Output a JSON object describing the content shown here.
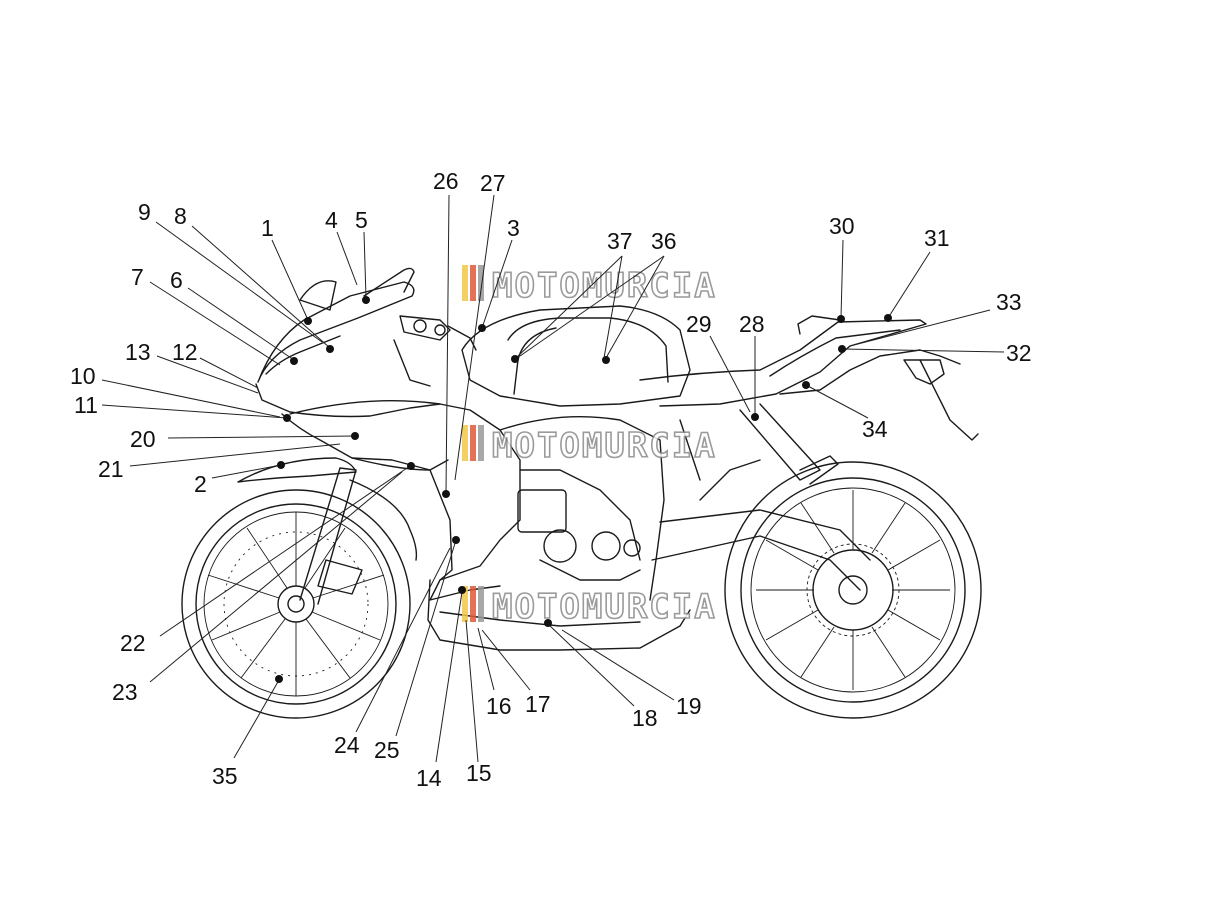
{
  "watermark": {
    "text": "MOTOMURCIA",
    "stripe_colors": [
      "#f2c74a",
      "#e05a3a",
      "#9a9a9a"
    ]
  },
  "callouts": [
    {
      "id": "c1",
      "label": "1"
    },
    {
      "id": "c2",
      "label": "2"
    },
    {
      "id": "c3",
      "label": "3"
    },
    {
      "id": "c4",
      "label": "4"
    },
    {
      "id": "c5",
      "label": "5"
    },
    {
      "id": "c6",
      "label": "6"
    },
    {
      "id": "c7",
      "label": "7"
    },
    {
      "id": "c8",
      "label": "8"
    },
    {
      "id": "c9",
      "label": "9"
    },
    {
      "id": "c10",
      "label": "10"
    },
    {
      "id": "c11",
      "label": "11"
    },
    {
      "id": "c12",
      "label": "12"
    },
    {
      "id": "c13",
      "label": "13"
    },
    {
      "id": "c14",
      "label": "14"
    },
    {
      "id": "c15",
      "label": "15"
    },
    {
      "id": "c16",
      "label": "16"
    },
    {
      "id": "c17",
      "label": "17"
    },
    {
      "id": "c18",
      "label": "18"
    },
    {
      "id": "c19",
      "label": "19"
    },
    {
      "id": "c20",
      "label": "20"
    },
    {
      "id": "c21",
      "label": "21"
    },
    {
      "id": "c22",
      "label": "22"
    },
    {
      "id": "c23",
      "label": "23"
    },
    {
      "id": "c24",
      "label": "24"
    },
    {
      "id": "c25",
      "label": "25"
    },
    {
      "id": "c26",
      "label": "26"
    },
    {
      "id": "c27",
      "label": "27"
    },
    {
      "id": "c28",
      "label": "28"
    },
    {
      "id": "c29",
      "label": "29"
    },
    {
      "id": "c30",
      "label": "30"
    },
    {
      "id": "c31",
      "label": "31"
    },
    {
      "id": "c32",
      "label": "32"
    },
    {
      "id": "c33",
      "label": "33"
    },
    {
      "id": "c34",
      "label": "34"
    },
    {
      "id": "c35",
      "label": "35"
    },
    {
      "id": "c36",
      "label": "36"
    },
    {
      "id": "c37",
      "label": "37"
    }
  ]
}
